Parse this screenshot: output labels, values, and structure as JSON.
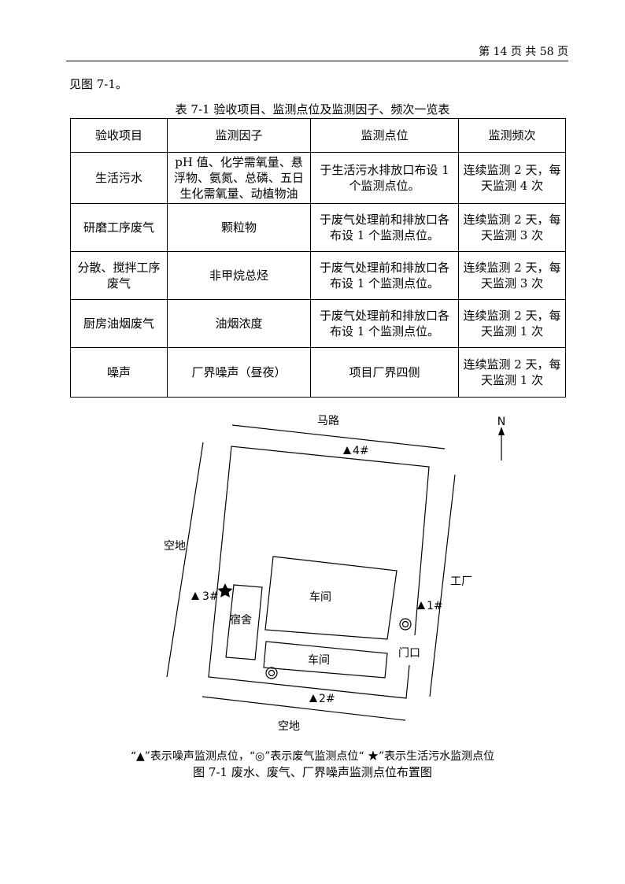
{
  "header": {
    "page_info": "第 14 页 共 58 页"
  },
  "body": {
    "ref_text": "见图 7-1。"
  },
  "table": {
    "caption": "表 7-1   验收项目、监测点位及监测因子、频次一览表",
    "headers": [
      "验收项目",
      "监测因子",
      "监测点位",
      "监测频次"
    ],
    "rows": [
      [
        "生活污水",
        "pH 值、化学需氧量、悬浮物、氨氮、总磷、五日生化需氧量、动植物油",
        "于生活污水排放口布设 1 个监测点位。",
        "连续监测 2 天，每天监测 4 次"
      ],
      [
        "研磨工序废气",
        "颗粒物",
        "于废气处理前和排放口各布设 1 个监测点位。",
        "连续监测 2 天，每天监测 3 次"
      ],
      [
        "分散、搅拌工序废气",
        "非甲烷总烃",
        "于废气处理前和排放口各布设 1 个监测点位。",
        "连续监测 2 天，每天监测 3 次"
      ],
      [
        "厨房油烟废气",
        "油烟浓度",
        "于废气处理前和排放口各布设 1 个监测点位。",
        "连续监测 2 天，每天监测 1 次"
      ],
      [
        "噪声",
        "厂界噪声（昼夜）",
        "项目厂界四侧",
        "连续监测 2 天，每天监测 1 次"
      ]
    ]
  },
  "diagram": {
    "labels": {
      "road": "马路",
      "north": "N",
      "empty_west": "空地",
      "empty_south": "空地",
      "factory_east": "工厂",
      "workshop_1": "车间",
      "workshop_2": "车间",
      "dormitory": "宿舍",
      "gate": "门口"
    },
    "points": {
      "p1": "1#",
      "p2": "2#",
      "p3": "3#",
      "p4": "4#"
    },
    "legend": "“▲”表示噪声监测点位，“◎”表示废气监测点位“ ★”表示生活污水监测点位",
    "caption": "图 7-1  废水、废气、厂界噪声监测点位布置图"
  }
}
